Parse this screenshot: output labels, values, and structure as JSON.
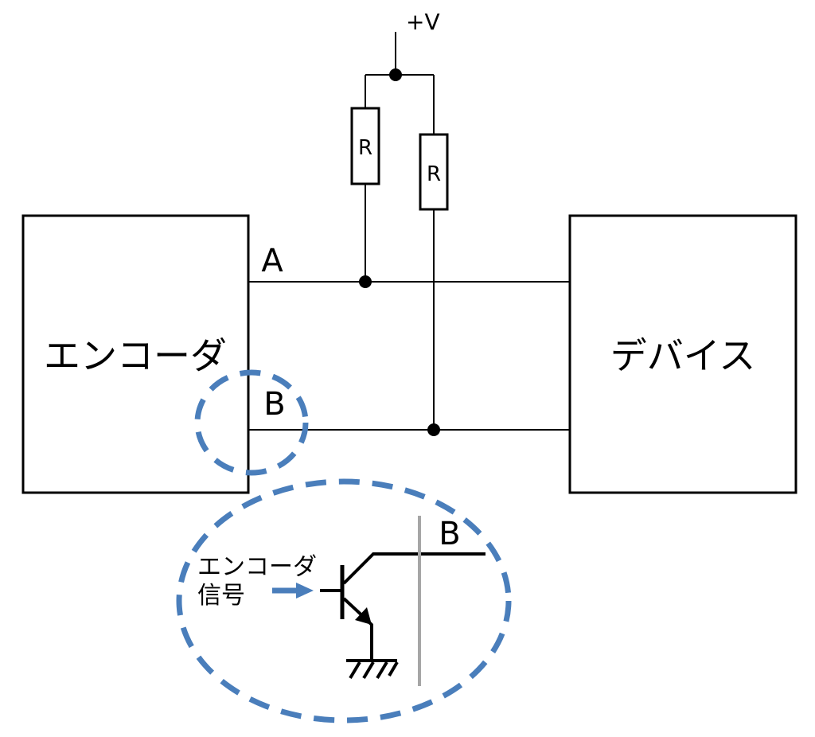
{
  "encoder": {
    "label": "エンコーダ"
  },
  "device": {
    "label": "デバイス"
  },
  "supply": {
    "label": "+V"
  },
  "resistor_a": {
    "label": "R"
  },
  "resistor_b": {
    "label": "R"
  },
  "line_a": {
    "label": "A"
  },
  "line_b": {
    "label": "B"
  },
  "detail": {
    "signal_label_line1": "エンコーダ",
    "signal_label_line2": "信号",
    "output_label": "B"
  },
  "colors": {
    "highlight": "#4a7ebb",
    "wire": "#000000",
    "boundary": "#a6a6a6"
  }
}
